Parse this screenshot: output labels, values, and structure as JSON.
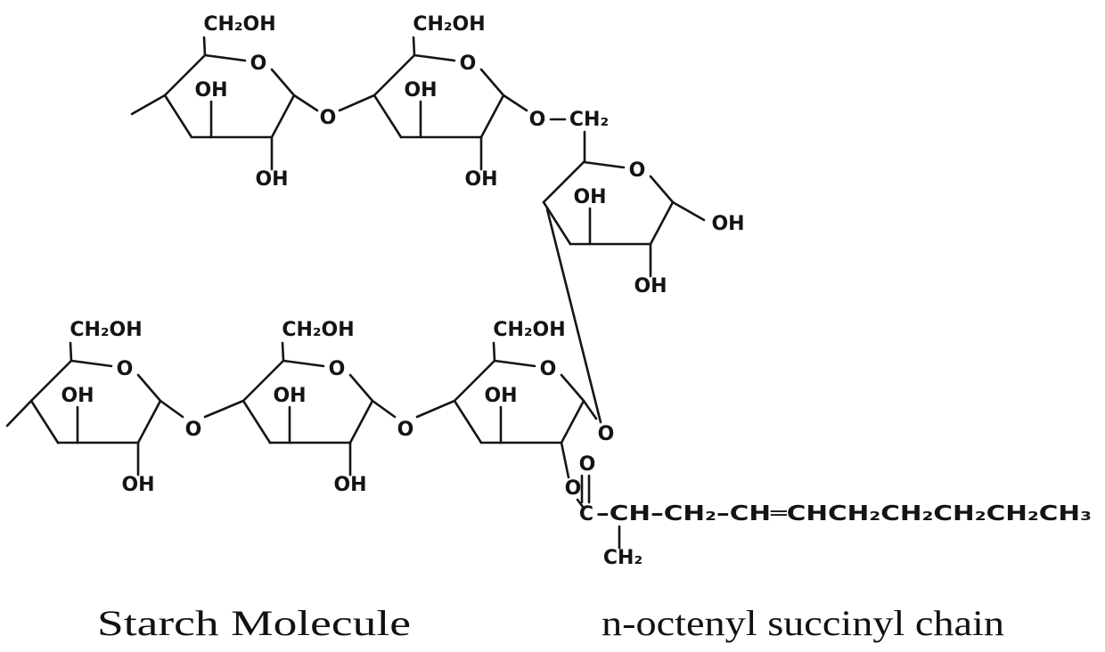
{
  "labels": {
    "ch2oh": "CH₂OH",
    "oh": "OH",
    "o": "O",
    "ch2": "CH₂",
    "c": "C",
    "chain": "–CH–CH₂–CH═CHCH₂CH₂CH₂CH₂CH₃"
  },
  "captions": {
    "left": "Starch Molecule",
    "right": "n-octenyl succinyl chain"
  },
  "colors": {
    "ink": "#141414",
    "background": "#ffffff"
  }
}
